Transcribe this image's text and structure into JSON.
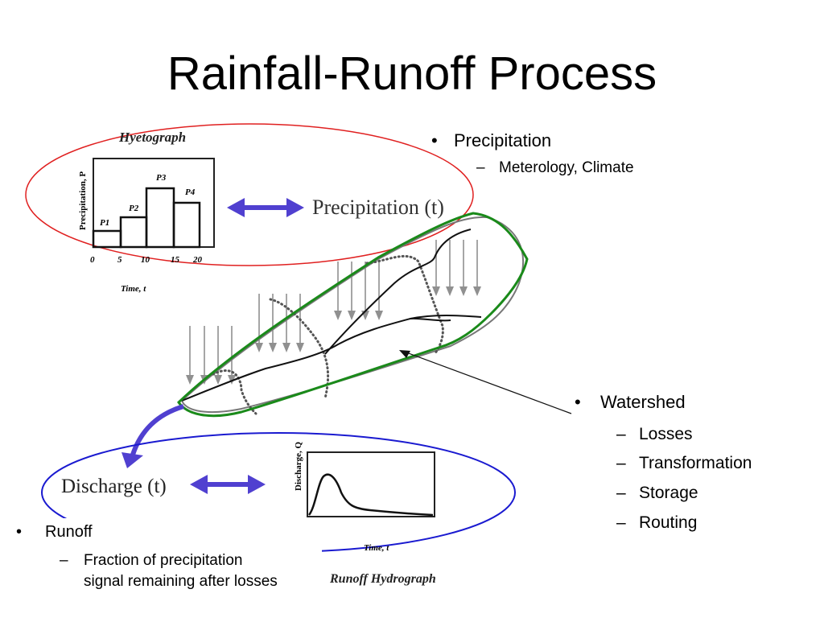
{
  "title": "Rainfall-Runoff Process",
  "precip_block": {
    "bullet": "Precipitation",
    "sub": "Meterology, Climate"
  },
  "watershed_block": {
    "bullet": "Watershed",
    "subs": [
      "Losses",
      "Transformation",
      "Storage",
      "Routing"
    ]
  },
  "runoff_block": {
    "bullet": "Runoff",
    "sub_line1": "Fraction of precipitation",
    "sub_line2": "signal remaining after losses"
  },
  "hyetograph": {
    "title": "Hyetograph",
    "ylabel": "Precipitation, P",
    "xlabel": "Time, t",
    "ticks": [
      "0",
      "5",
      "10",
      "15",
      "20"
    ],
    "bars": [
      {
        "label": "P1",
        "value": 1
      },
      {
        "label": "P2",
        "value": 2
      },
      {
        "label": "P3",
        "value": 3.2
      },
      {
        "label": "P4",
        "value": 2.6
      }
    ]
  },
  "precip_label": "Precipitation (t)",
  "discharge_label": "Discharge (t)",
  "runoff_hydrograph": {
    "title": "Runoff Hydrograph",
    "ylabel": "Discharge, Q",
    "xlabel": "Time, t"
  },
  "colors": {
    "red_ellipse": "#e02020",
    "blue_ellipse": "#1a1ad0",
    "arrow": "#5040d0",
    "watershed_outline": "#1a8a1a",
    "rain": "#909090"
  }
}
